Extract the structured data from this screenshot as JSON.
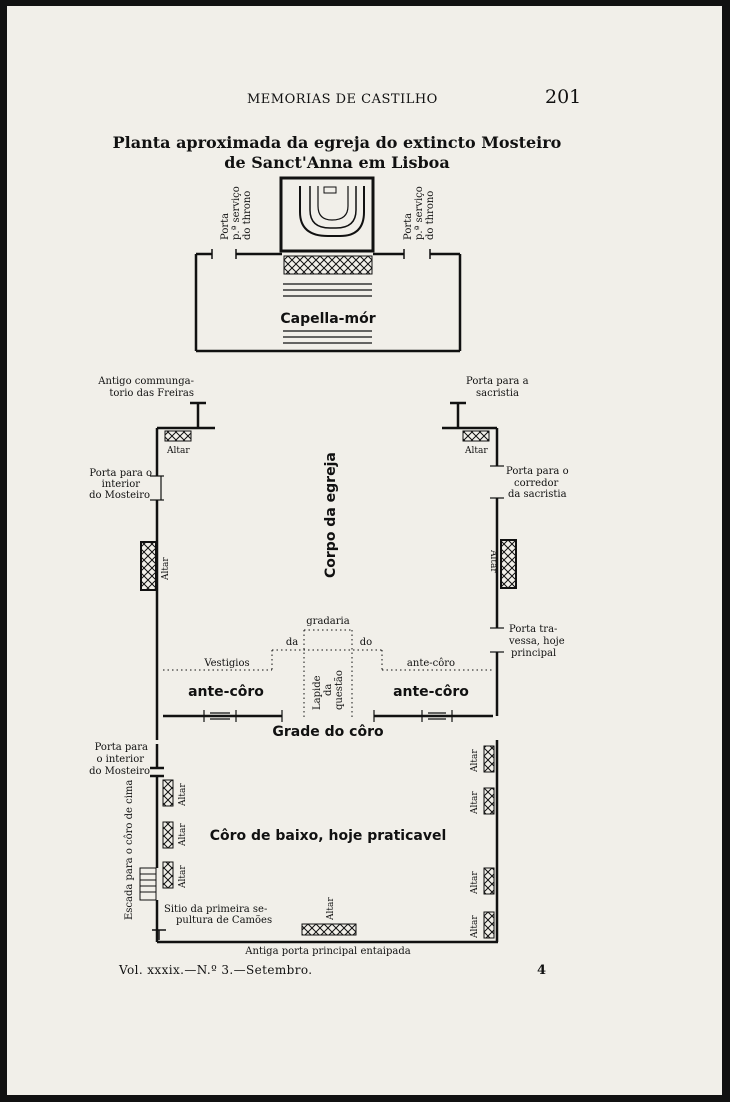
{
  "header": {
    "running_head": "MEMORIAS DE CASTILHO",
    "page_number": "201"
  },
  "title": {
    "line1": "Planta aproximada da egreja do extincto Mosteiro",
    "line2": "de Sanct'Anna em Lisboa"
  },
  "labels": {
    "porta_servico": [
      "Porta",
      "p.ª serviço",
      "do throno"
    ],
    "capella_mor": "Capella-mór",
    "antigo_commungatorio": [
      "Antigo communga-",
      "torio das Freiras"
    ],
    "porta_sacristia": [
      "Porta para a",
      "sacristia"
    ],
    "altar": "Altar",
    "porta_interior_mosteiro_1": [
      "Porta para o",
      "interior",
      "do Mosteiro"
    ],
    "porta_corredor_sacristia": [
      "Porta para o",
      "corredor",
      "da sacristia"
    ],
    "corpo_da_egreja": "Corpo da egreja",
    "porta_travessa": [
      "Porta tra-",
      "vessa, hoje",
      "principal"
    ],
    "gradaria": "gradaria",
    "da": "da",
    "do": "do",
    "vestigios": "Vestigios",
    "ante_coro_small": "ante-côro",
    "ante_coro": "ante-côro",
    "lapide_da_questao": [
      "Lapide",
      "da",
      "questão"
    ],
    "grade_do_coro": "Grade do côro",
    "porta_interior_mosteiro_2": [
      "Porta para",
      "o interior",
      "do Mosteiro"
    ],
    "escada_coro_cima": "Escada para o côro de cima",
    "coro_de_baixo": "Côro de baixo, hoje praticavel",
    "sitio_camoes": [
      "Sitio da primeira se-",
      "pultura de Camões"
    ],
    "antiga_porta": "Antiga porta principal entaipada"
  },
  "footer": {
    "volume": "Vol. xxxix.—N.º 3.—Setembro.",
    "sheet": "4"
  }
}
